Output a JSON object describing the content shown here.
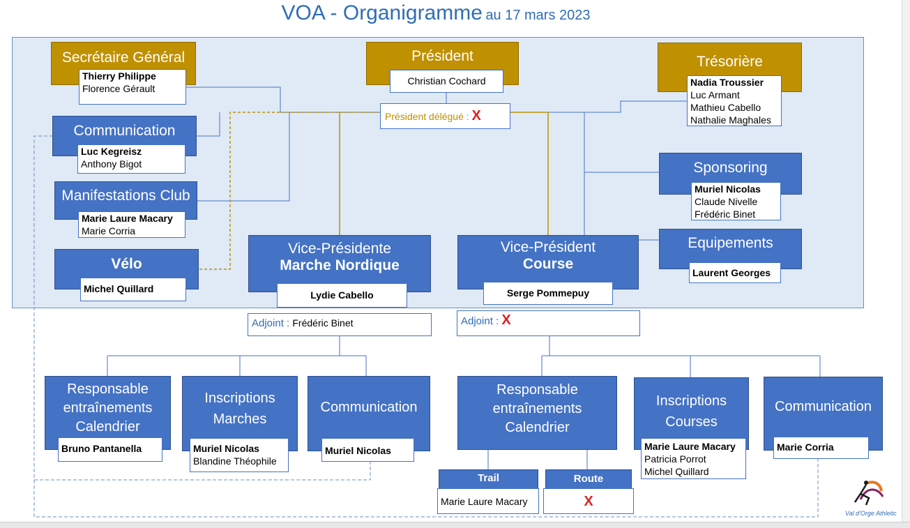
{
  "title": {
    "main": "VOA - Organigramme",
    "date": "au 17 mars 2023"
  },
  "president": {
    "label": "Président",
    "name": "Christian Cochard"
  },
  "president_delegue": {
    "label": "Président délégué :",
    "value": "X"
  },
  "secretaire": {
    "label": "Secrétaire Général",
    "names": [
      "Thierry Philippe",
      "Florence Gérault"
    ]
  },
  "tresoriere": {
    "label": "Trésorière",
    "names": [
      "Nadia Troussier",
      "Luc Armant",
      "Mathieu Cabello",
      "Nathalie Maghales"
    ]
  },
  "communication_top": {
    "label": "Communication",
    "names": [
      "Luc Kegreisz",
      "Anthony Bigot"
    ]
  },
  "manifestations": {
    "label": "Manifestations Club",
    "names": [
      "Marie Laure Macary",
      "Marie Corria"
    ]
  },
  "velo": {
    "label": "Vélo",
    "names": [
      "Michel Quillard"
    ]
  },
  "sponsoring": {
    "label": "Sponsoring",
    "names": [
      "Muriel Nicolas",
      "Claude Nivelle",
      "Frédéric Binet"
    ]
  },
  "equipements": {
    "label": "Equipements",
    "names": [
      "Laurent Georges"
    ]
  },
  "vp_marche": {
    "line1": "Vice-Présidente",
    "line2": "Marche Nordique",
    "name": "Lydie Cabello"
  },
  "vp_course": {
    "line1": "Vice-Président",
    "line2": "Course",
    "name": "Serge Pommepuy"
  },
  "adjoint_marche": {
    "label": "Adjoint :",
    "name": "Frédéric Binet"
  },
  "adjoint_course": {
    "label": "Adjoint :",
    "value": "X"
  },
  "marche_children": [
    {
      "lines": [
        "Responsable",
        "entraînements",
        "Calendrier"
      ],
      "names": [
        "Bruno Pantanella"
      ]
    },
    {
      "lines": [
        "Inscriptions",
        "Marches"
      ],
      "names": [
        "Muriel Nicolas",
        "Blandine Théophile"
      ]
    },
    {
      "lines": [
        "Communication"
      ],
      "names": [
        "Muriel Nicolas"
      ]
    }
  ],
  "course_children": [
    {
      "lines": [
        "Responsable",
        "entraînements",
        "Calendrier"
      ],
      "names": []
    },
    {
      "lines": [
        "Inscriptions",
        "Courses"
      ],
      "names": [
        "Marie Laure Macary",
        "Patricia Porrot",
        "Michel Quillard"
      ]
    },
    {
      "lines": [
        "Communication"
      ],
      "names": [
        "Marie Corria"
      ]
    }
  ],
  "trail": {
    "label": "Trail",
    "name": "Marie Laure Macary"
  },
  "route": {
    "label": "Route",
    "value": "X"
  },
  "logo": {
    "text": "Val d'Orge Athletic"
  },
  "colors": {
    "blue": "#4472c4",
    "gold": "#bf9000",
    "panel": "#dfeaf6",
    "title": "#2f6db5",
    "red": "#e02020"
  }
}
